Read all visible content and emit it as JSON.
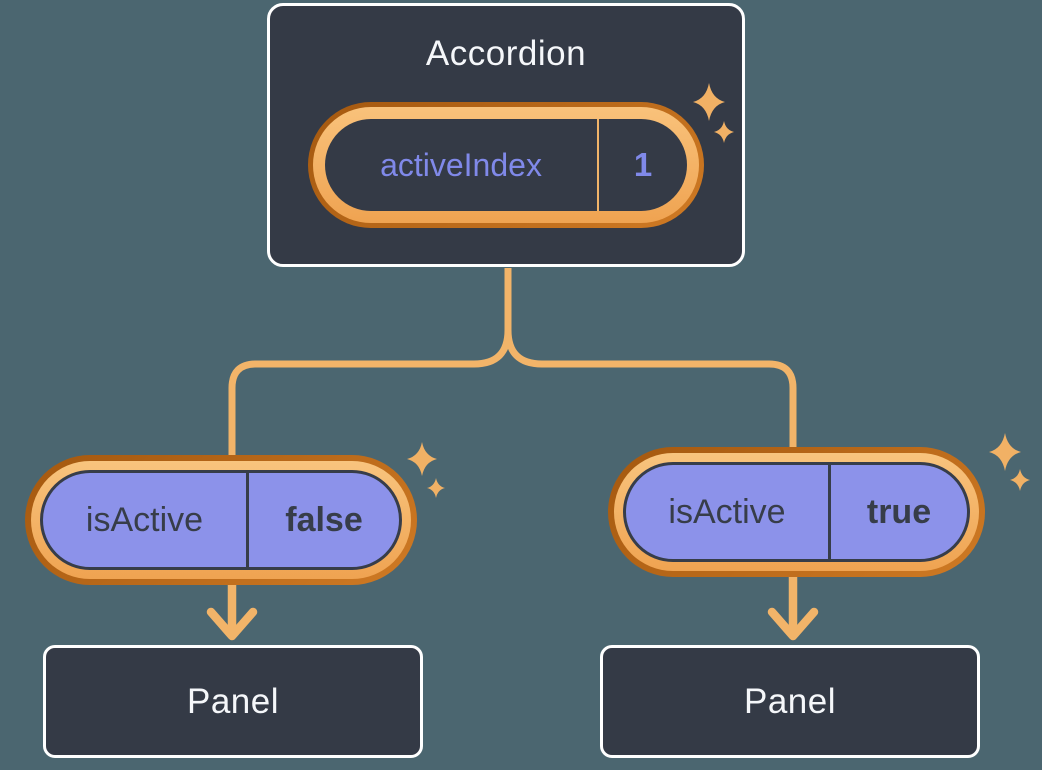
{
  "diagram": {
    "description": "React component tree showing state lifted up: Accordion holds activeIndex state and passes isActive props to two Panel children",
    "root": {
      "title": "Accordion",
      "state": {
        "name": "activeIndex",
        "value": "1"
      }
    },
    "children": [
      {
        "prop": {
          "name": "isActive",
          "value": "false"
        },
        "panel": {
          "label": "Panel"
        }
      },
      {
        "prop": {
          "name": "isActive",
          "value": "true"
        },
        "panel": {
          "label": "Panel"
        }
      }
    ],
    "icons": {
      "sparkle": "four-point-star"
    },
    "colors": {
      "background": "#4b6670",
      "node_fill": "#343a46",
      "node_border": "#ffffff",
      "text_light": "#f5f7fa",
      "text_dark": "#373d49",
      "purple_fill": "#8c92ea",
      "purple_text": "#8089e9",
      "ring_dark_orange": "#b5631c",
      "ring_light_orange": "#f4ae5e",
      "connector_orange": "#f2b469",
      "sparkle_orange": "#f1b165"
    }
  }
}
